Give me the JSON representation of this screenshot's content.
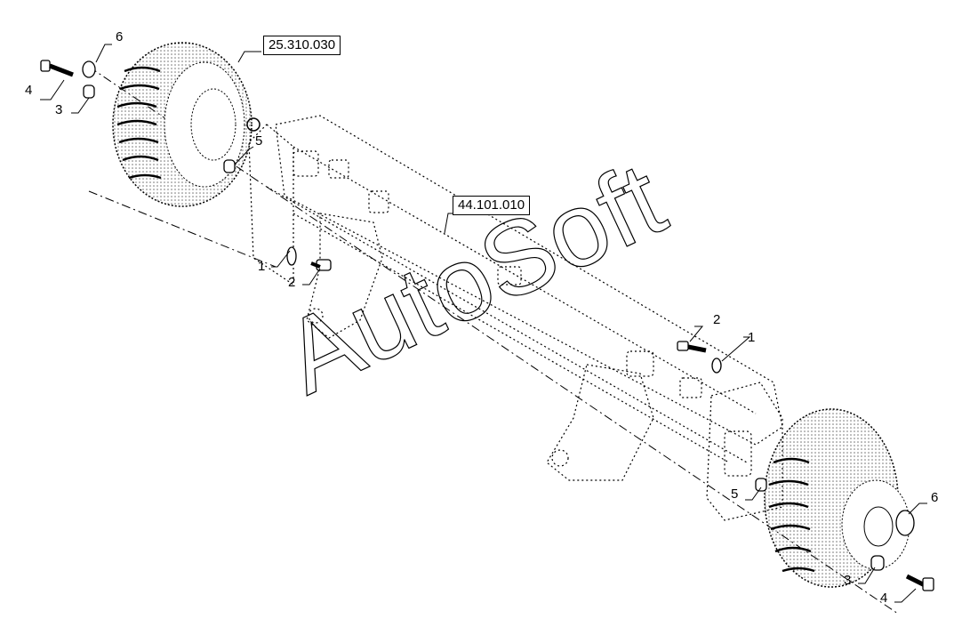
{
  "references": {
    "hub_assembly": "25.310.030",
    "axle_housing": "44.101.010"
  },
  "callouts": {
    "left_top_6": "6",
    "left_4": "4",
    "left_3": "3",
    "left_5": "5",
    "center_1": "1",
    "center_2": "2",
    "right_2": "2",
    "right_1": "1",
    "right_5": "5",
    "right_6": "6",
    "right_3": "3",
    "right_4": "4"
  },
  "watermark": {
    "text": "AutoSoft",
    "color": "#000000"
  },
  "colors": {
    "line": "#000000",
    "background": "#ffffff"
  }
}
